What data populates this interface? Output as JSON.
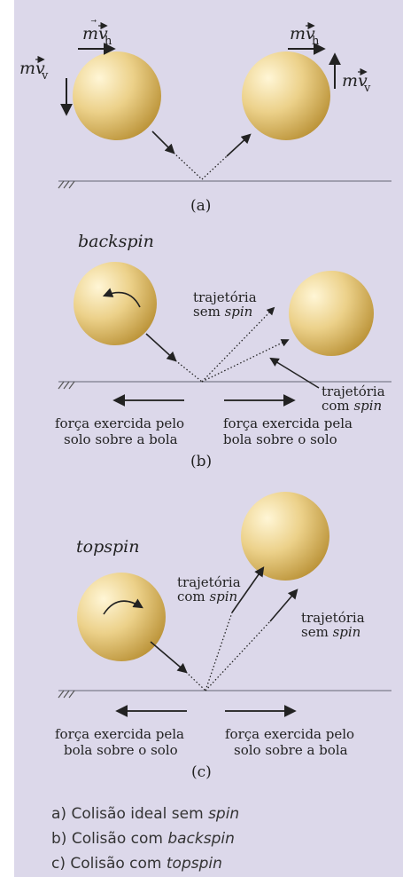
{
  "panel_a": {
    "label": "(a)",
    "mvh_left": "mv",
    "mvh_right": "mv",
    "mvv_left": "mv",
    "mvv_right": "mv",
    "sub_h": "h",
    "sub_v": "v"
  },
  "panel_b": {
    "label": "(b)",
    "title": "backspin",
    "traj_nospin_1": "trajetória",
    "traj_nospin_2a": "sem ",
    "traj_nospin_2b": "spin",
    "traj_spin_1": "trajetória",
    "traj_spin_2a": "com ",
    "traj_spin_2b": "spin",
    "force_left_1": "força exercida pelo",
    "force_left_2": "solo sobre a bola",
    "force_right_1": "força exercida pela",
    "force_right_2": "bola sobre o solo"
  },
  "panel_c": {
    "label": "(c)",
    "title": "topspin",
    "traj_spin_1": "trajetória",
    "traj_spin_2a": "com ",
    "traj_spin_2b": "spin",
    "traj_nospin_1": "trajetória",
    "traj_nospin_2a": "sem ",
    "traj_nospin_2b": "spin",
    "force_left_1": "força exercida pela",
    "force_left_2": "bola sobre o solo",
    "force_right_1": "força exercida pelo",
    "force_right_2": "solo sobre a bola"
  },
  "captions": {
    "a_text": "a) Colisão ideal sem ",
    "a_it": "spin",
    "b_text": "b) Colisão com ",
    "b_it": "backspin",
    "c_text": "c) Colisão com ",
    "c_it": "topspin"
  },
  "colors": {
    "panel_bg": "#dcd8ea",
    "ball_light": "#fff3cf",
    "ball_dark": "#b8912f",
    "arrow": "#222222",
    "ground": "#7a7a8a"
  }
}
